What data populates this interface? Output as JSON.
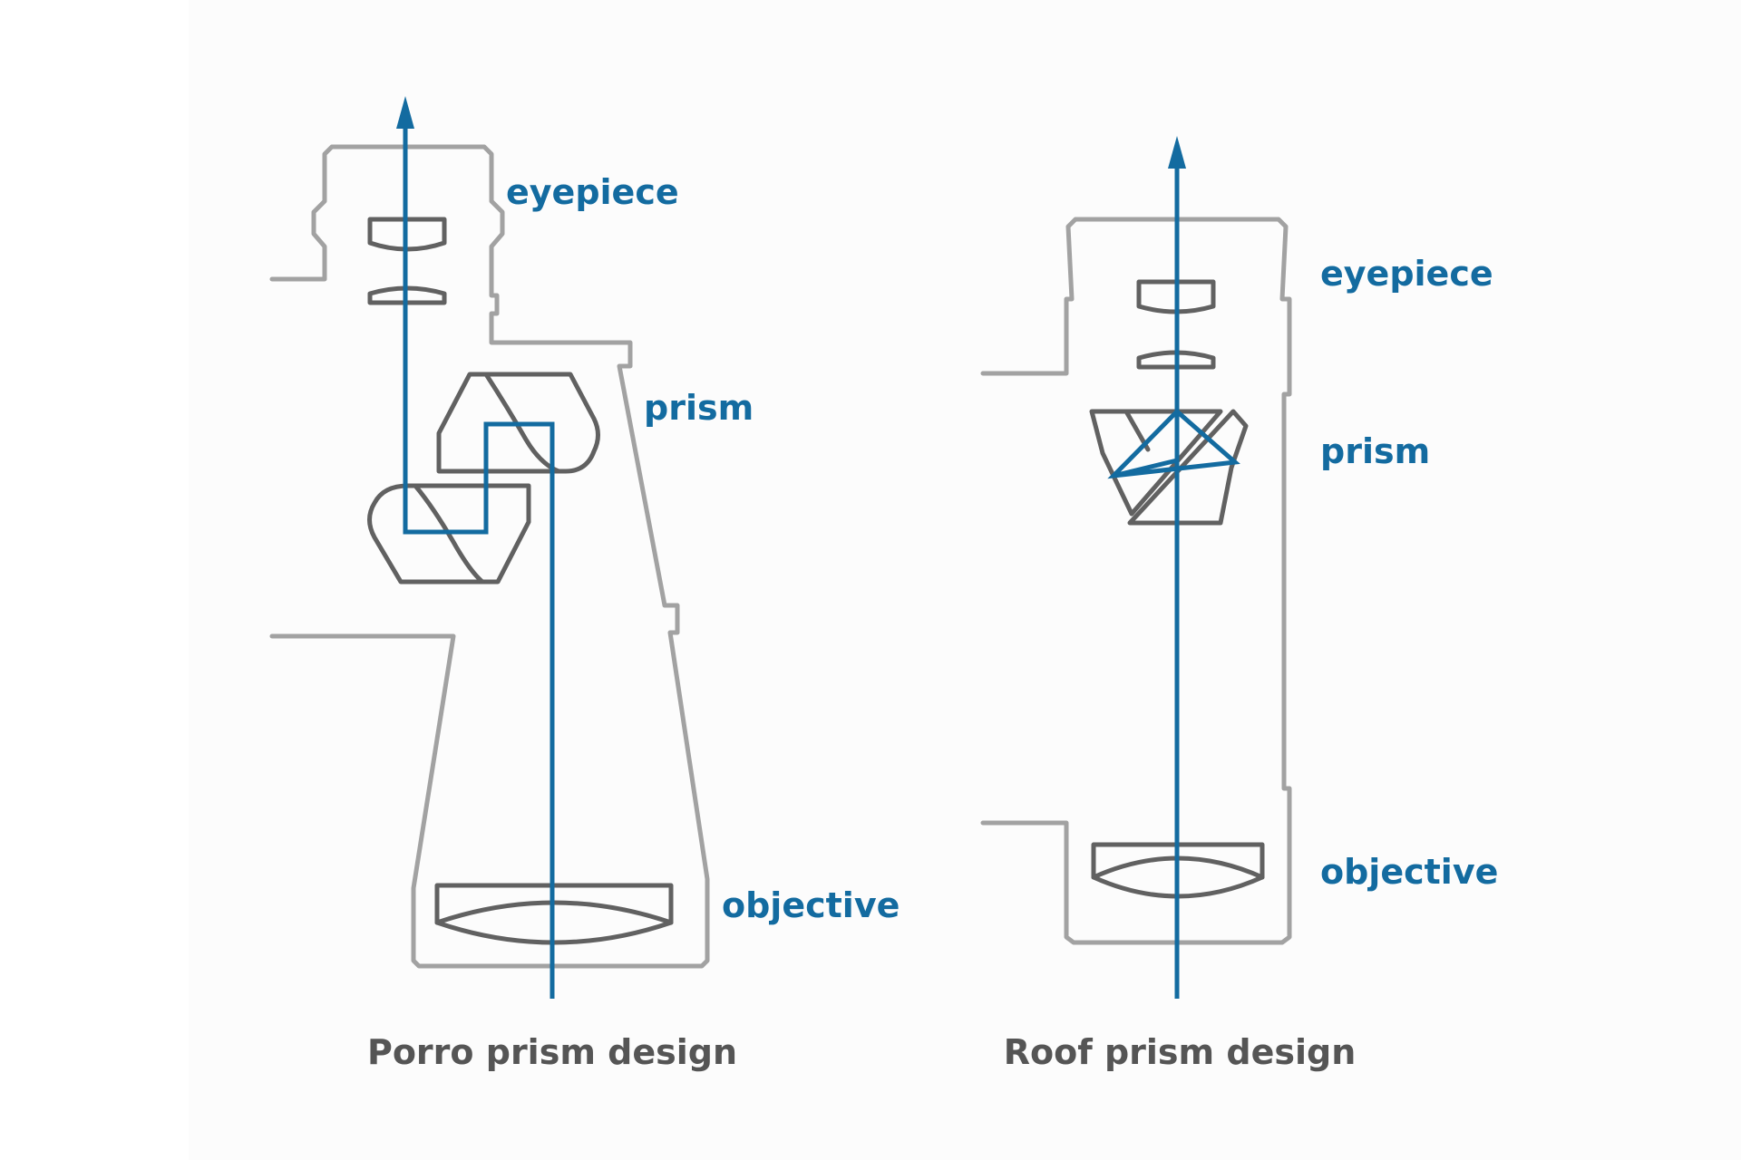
{
  "colors": {
    "ray": "#136ba0",
    "housing": "#a2a2a2",
    "optic": "#616161",
    "label": "#136ba0",
    "caption": "#555555"
  },
  "porro": {
    "labels": {
      "eyepiece": "eyepiece",
      "prism": "prism",
      "objective": "objective"
    },
    "caption": "Porro prism design"
  },
  "roof": {
    "labels": {
      "eyepiece": "eyepiece",
      "prism": "prism",
      "objective": "objective"
    },
    "caption": "Roof prism design"
  }
}
